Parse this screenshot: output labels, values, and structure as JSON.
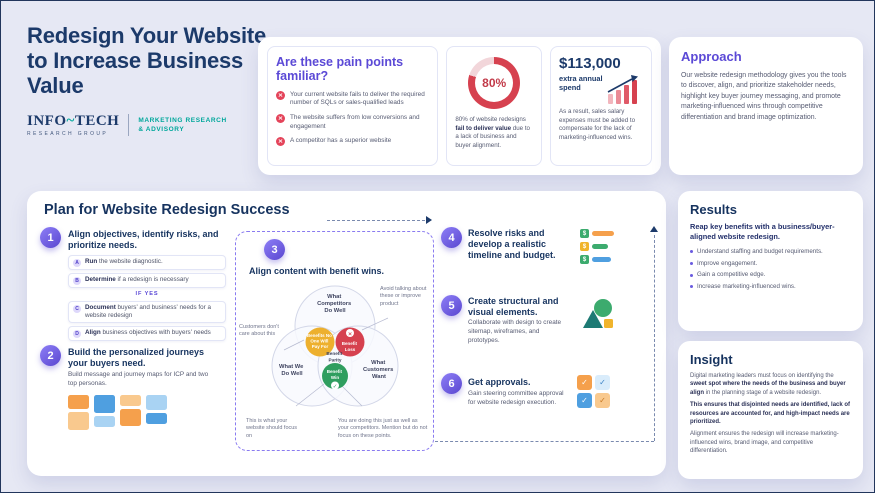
{
  "colors": {
    "navy": "#1c3a6a",
    "purple": "#5b49d6",
    "teal": "#00a79b",
    "red": "#d6414f",
    "yellow": "#edb02e",
    "green": "#2f9e5f",
    "background": "#e6e8f4"
  },
  "icons": {
    "cross": "×",
    "check": "✓",
    "dollar": "$"
  },
  "header": {
    "title": "Redesign Your Website to Increase Business Value",
    "logo_part1": "INFO",
    "logo_tilde": "~",
    "logo_part2": "TECH",
    "logo_sub": "RESEARCH GROUP",
    "tagline_line1": "MARKETING RESEARCH",
    "tagline_line2": "& ADVISORY"
  },
  "pain_points": {
    "title": "Are these pain points familiar?",
    "items": [
      "Your current website fails to deliver the required number of SQLs or sales-qualified leads",
      "The website suffers from low conversions and engagement",
      "A competitor has a superior website"
    ]
  },
  "donut_stat": {
    "percent": "80%",
    "caption_pre": "80% of website redesigns ",
    "caption_bold": "fail to deliver value",
    "caption_post": " due to a lack of business and buyer alignment."
  },
  "spend_stat": {
    "amount": "$113,000",
    "label": "extra annual spend",
    "caption": "As a result, sales salary expenses must be added to compensate for the lack of marketing-influenced wins."
  },
  "approach": {
    "title": "Approach",
    "body": "Our website redesign methodology gives you the tools to discover, align, and prioritize stakeholder needs, highlight key buyer journey messaging, and promote marketing-influenced wins through competitive differentiation and brand image optimization."
  },
  "plan": {
    "title": "Plan for Website Redesign Success",
    "steps": {
      "s1": {
        "num": "1",
        "title": "Align objectives, identify risks, and prioritize needs.",
        "items": [
          {
            "key": "A",
            "bold": "Run",
            "rest": " the website diagnostic."
          },
          {
            "key": "B",
            "bold": "Determine",
            "rest": " if a redesign is necessary"
          },
          {
            "key": "C",
            "bold": "Document",
            "rest": " buyers' and business' needs for a website redesign"
          },
          {
            "key": "D",
            "bold": "Align",
            "rest": " business objectives with buyers' needs"
          }
        ],
        "if_yes": "IF YES"
      },
      "s2": {
        "num": "2",
        "title": "Build the personalized journeys your buyers need.",
        "body": "Build message and journey maps for ICP and two top personas."
      },
      "s3": {
        "num": "3",
        "title": "Align content with benefit wins.",
        "venn": {
          "top": [
            "What",
            "Competitors",
            "Do Well"
          ],
          "left": [
            "What We",
            "Do Well"
          ],
          "right": [
            "What",
            "Customers",
            "Want"
          ],
          "yellow": [
            "Benefits No",
            "One Will",
            "Pay For"
          ],
          "red": [
            "Benefit",
            "Loss"
          ],
          "center": [
            "Benefit",
            "Parity"
          ],
          "green": [
            "Benefit",
            "Win"
          ]
        },
        "callouts": {
          "left": "Customers don't care about this",
          "top_right": "Avoid talking about these or improve product",
          "bottom_left": "This is what your website should focus on",
          "bottom_right": "You are doing this just as well as your competitors. Mention but do not focus on these points."
        }
      },
      "s4": {
        "num": "4",
        "title": "Resolve risks and develop a realistic timeline and budget."
      },
      "s5": {
        "num": "5",
        "title": "Create structural and visual elements.",
        "body": "Collaborate with design to create sitemap, wireframes, and prototypes."
      },
      "s6": {
        "num": "6",
        "title": "Get approvals.",
        "body": "Gain steering committee approval for website redesign execution."
      }
    }
  },
  "results": {
    "title": "Results",
    "subtitle": "Reap key benefits with a business/buyer-aligned website redesign.",
    "bullets": [
      "Understand staffing and budget requirements.",
      "Improve engagement.",
      "Gain a competitive edge.",
      "Increase marketing-influenced wins."
    ]
  },
  "insight": {
    "title": "Insight",
    "p1_pre": "Digital marketing leaders must focus on identifying the ",
    "p1_bold": "sweet spot where the needs of the business and buyer align",
    "p1_post": " in the planning stage of a website redesign.",
    "p2": "This ensures that disjointed needs are identified, lack of resources are accounted for, and high-impact needs are prioritized.",
    "p3": "Alignment ensures the redesign will increase marketing-influenced wins, brand image, and competitive differentiation."
  }
}
